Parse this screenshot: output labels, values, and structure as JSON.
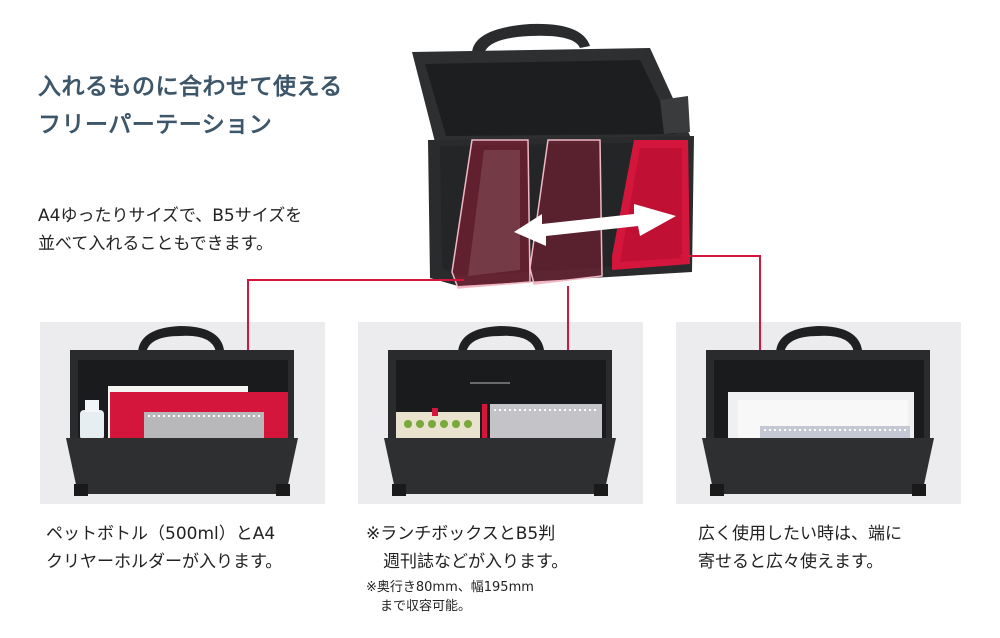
{
  "headline": {
    "line1": "入れるものに合わせて使える",
    "line2": "フリーパーテーション"
  },
  "intro": {
    "line1": "A4ゆったりサイズで、B5サイズを",
    "line2": "並べて入れることもできます。"
  },
  "panels": [
    {
      "caption_line1": "ペットボトル（500ml）とA4",
      "caption_line2": "クリヤーホルダーが入ります。"
    },
    {
      "caption_line1": "※ランチボックスとB5判",
      "caption_line2": "　週刊誌などが入ります。",
      "note_line1": "※奥行き80mm、幅195mm",
      "note_line2": "まで収容可能。"
    },
    {
      "caption_line1": "広く使用したい時は、端に",
      "caption_line2": "寄せると広々使えます。"
    }
  ],
  "colors": {
    "headline": "#3d5669",
    "accent_red": "#d4163c",
    "panel_bg": "#ececee",
    "case_body": "#2a2b2d"
  }
}
